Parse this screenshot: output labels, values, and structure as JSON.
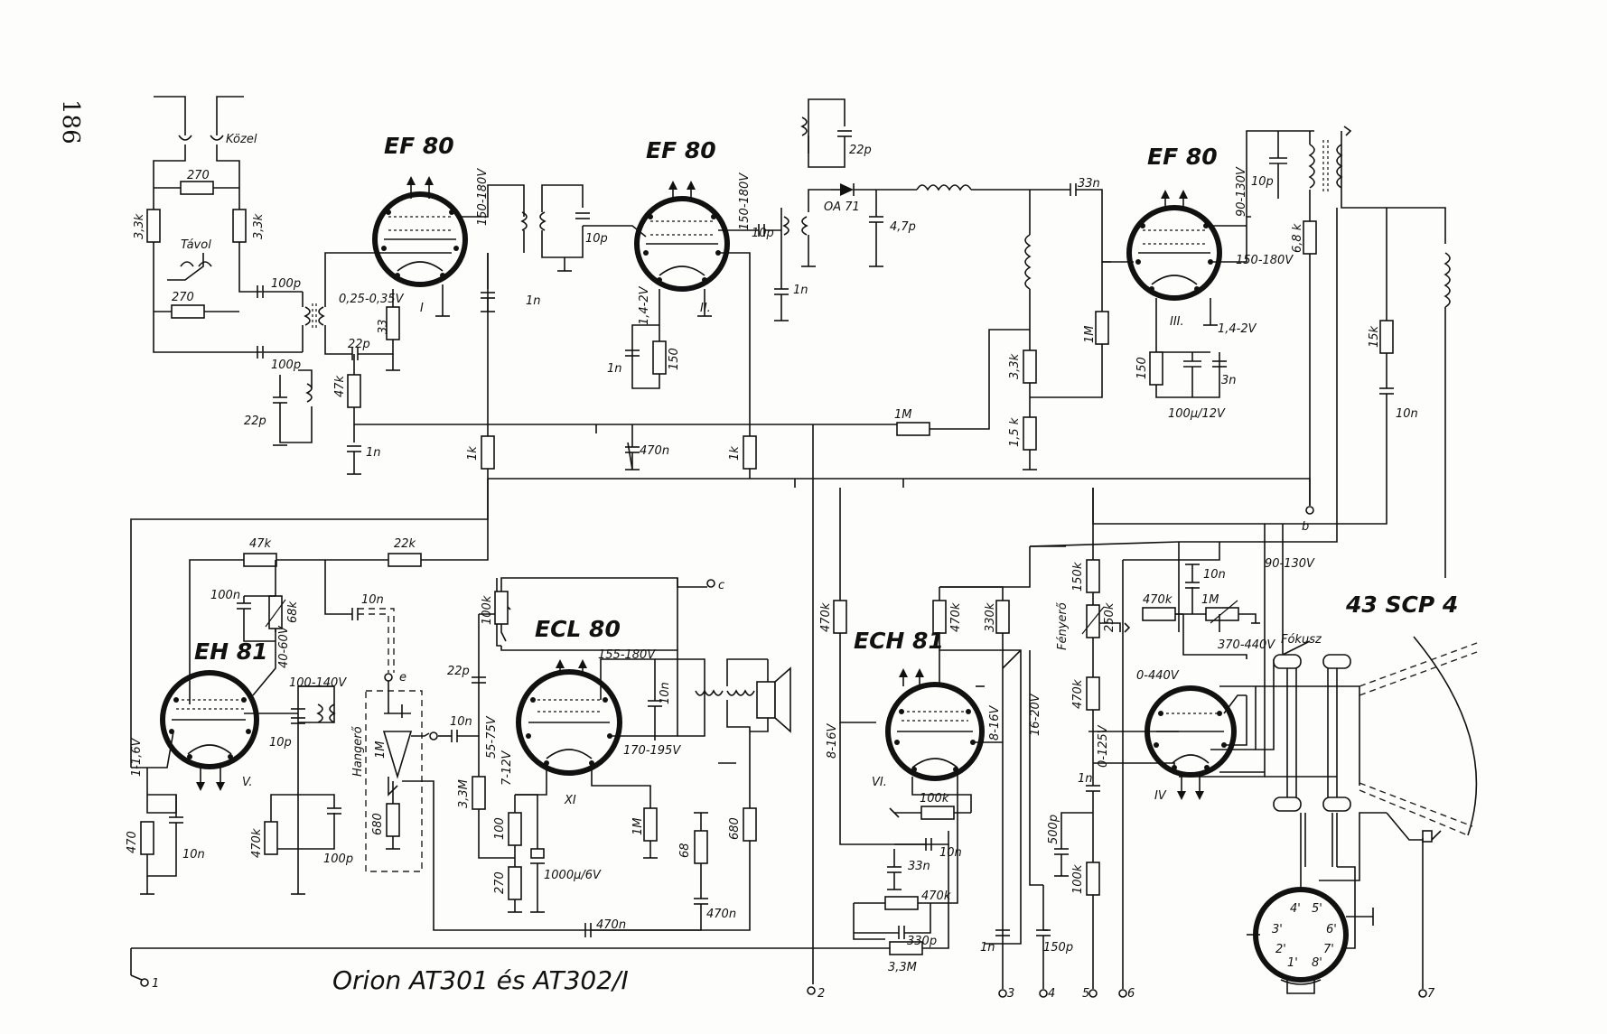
{
  "page_number": "186",
  "title": "Orion AT301 és AT302/I",
  "tubes": {
    "t1": {
      "type": "EF 80",
      "roman": "I"
    },
    "t2": {
      "type": "EF 80",
      "roman": "II."
    },
    "t3": {
      "type": "EF 80",
      "roman": "III."
    },
    "t4": {
      "type": "EH 81",
      "roman": "V."
    },
    "t5": {
      "type": "ECL 80",
      "roman": "XI"
    },
    "t6": {
      "type": "ECH 81",
      "roman": "VI."
    },
    "t7": {
      "type": "43 SCP 4",
      "roman": "IV"
    }
  },
  "labels": {
    "kozel": "Közel",
    "tavol": "Távol",
    "r270a": "270",
    "r270b": "270",
    "r33ka": "3,3k",
    "r33kb": "3,3k",
    "c100pa": "100p",
    "c100pb": "100p",
    "c22pa": "22p",
    "c22pb": "22p",
    "r47k": "47k",
    "c1na": "1n",
    "r33": "33",
    "v025": "0,25-0,35V",
    "v150a": "150-180V",
    "v150b": "150-180V",
    "c1nb": "1n",
    "c10pa": "10p",
    "v142": "1,4-2V",
    "c1nc": "1n",
    "r150a": "150",
    "c10pb": "10p",
    "c1nd": "1n",
    "c22pc": "22p",
    "oa71": "OA 71",
    "c47p": "4,7p",
    "c33n": "33n",
    "r1ma": "1M",
    "r33kc": "3,3k",
    "r15k": "1,5 k",
    "v90a": "90-130V",
    "c10pc": "10p",
    "r68k": "6,8 k",
    "v150c": "150-180V",
    "v142b": "1,4-2V",
    "r150b": "150",
    "c3n": "3n",
    "c100u": "100μ/12V",
    "r15kb": "15k",
    "c10na": "10n",
    "r1mb": "1M",
    "c470na": "470n",
    "r1ka": "1k",
    "r1kb": "1k",
    "term_b": "b",
    "r47kb": "47k",
    "r22k": "22k",
    "c100n": "100n",
    "r68kb": "68k",
    "v4060": "40-60V",
    "c10nb": "10n",
    "v100": "100-140V",
    "c10pd": "10p",
    "v116": "1-1,6V",
    "r470": "470",
    "c10nc": "10n",
    "r470k": "470k",
    "c100pc": "100p",
    "term_e": "e",
    "hangero": "Hangerő",
    "r1mc": "1M",
    "r680": "680",
    "r100k": "100k",
    "term_c": "c",
    "c22pd": "22p",
    "c10nd": "10n",
    "v55": "55-75V",
    "v712": "7-12V",
    "r33m": "3,3M",
    "r100": "100",
    "r270c": "270",
    "c1000u": "1000μ/6V",
    "v155": "155-180V",
    "c10ne": "10n",
    "v170": "170-195V",
    "r1md": "1M",
    "r68": "68",
    "c470nb": "470n",
    "c470nc": "470n",
    "r680b": "680",
    "r470kb": "470k",
    "r470kc": "470k",
    "r330k": "330k",
    "v816a": "8-16V",
    "v816b": "8-16V",
    "r100kb": "100k",
    "c10nf": "10n",
    "c33nb": "33n",
    "r470kd": "470k",
    "c330p": "330p",
    "r33mb": "3,3M",
    "c1ne": "1n",
    "c150p": "150p",
    "v1620": "16-20V",
    "r150kc": "150k",
    "fenyero": "Fényerő",
    "r250k": "250k",
    "r470ke": "470k",
    "v0125": "0-125V",
    "c1nf": "1n",
    "c500p": "500p",
    "r100kc": "100k",
    "v90b": "90-130V",
    "r470kf": "470k",
    "r1me": "1M",
    "c10ng": "10n",
    "v370": "370-440V",
    "v0440": "0-440V",
    "fokusz": "Fókusz",
    "pin4": "4'",
    "pin5": "5'",
    "pin3": "3'",
    "pin6": "6'",
    "pin2": "2'",
    "pin7": "7'",
    "pin1": "1'",
    "pin8": "8'",
    "term1": "1",
    "term2": "2",
    "term3": "3",
    "term4": "4",
    "term5": "5",
    "term6": "6",
    "term7": "7"
  }
}
